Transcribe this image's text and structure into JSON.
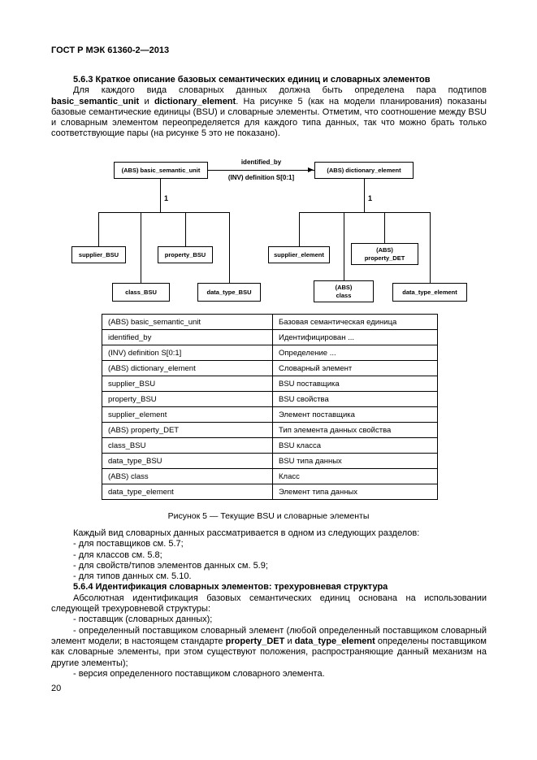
{
  "page_header": "ГОСТ Р МЭК 61360-2—2013",
  "page_number": "20",
  "section_563": {
    "heading": "5.6.3 Краткое описание базовых семантических единиц и словарных элементов",
    "para1": [
      "Для каждого вида словарных данных должна быть определена пара подтипов ",
      "basic_semantic_unit",
      " и ",
      "dictionary_element",
      ". На рисунке 5 (как на модели планирования) показаны базовые семантические единицы (BSU) и словарные элементы. Отметим, что соотношение между BSU и словарным элементом переопределяется для каждого типа данных, так что можно брать только соответствующие пары (на рисунке 5 это не показано)."
    ]
  },
  "figure5": {
    "caption": "Рисунок 5 — Текущие BSU и словарные элементы",
    "relation_label": "identified_by",
    "inv_label": "(INV) definition S[0:1]",
    "multiplicity_left": "1",
    "multiplicity_right": "1",
    "boxes": {
      "basic_semantic_unit": "(ABS) basic_semantic_unit",
      "dictionary_element": "(ABS) dictionary_element",
      "supplier_bsu": "supplier_BSU",
      "property_bsu": "property_BSU",
      "class_bsu": "class_BSU",
      "data_type_bsu": "data_type_BSU",
      "supplier_element": "supplier_element",
      "property_det": "(ABS)\nproperty_DET",
      "abs_class": "(ABS)\nclass",
      "data_type_element": "data_type_element"
    }
  },
  "legend_table": {
    "rows": [
      {
        "term": "(ABS) basic_semantic_unit",
        "desc": "Базовая семантическая единица"
      },
      {
        "term": "identified_by",
        "desc": "Идентифицирован ..."
      },
      {
        "term": "(INV) definition S[0:1]",
        "desc": "Определение ..."
      },
      {
        "term": "(ABS) dictionary_element",
        "desc": "Словарный элемент"
      },
      {
        "term": "supplier_BSU",
        "desc": "BSU поставщика"
      },
      {
        "term": "property_BSU",
        "desc": "BSU свойства"
      },
      {
        "term": "supplier_element",
        "desc": "Элемент поставщика"
      },
      {
        "term": "(ABS) property_DET",
        "desc": "Тип элемента данных свойства"
      },
      {
        "term": "class_BSU",
        "desc": "BSU класса"
      },
      {
        "term": "data_type_BSU",
        "desc": "BSU типа данных"
      },
      {
        "term": "(ABS) class",
        "desc": "Класс"
      },
      {
        "term": "data_type_element",
        "desc": "Элемент типа данных"
      }
    ]
  },
  "sections_list": {
    "intro": "Каждый вид словарных данных рассматривается в одном из следующих разделов:",
    "items": [
      "- для поставщиков см. 5.7;",
      "- для классов см. 5.8;",
      "- для свойств/типов элементов данных см. 5.9;",
      "- для типов данных см. 5.10."
    ]
  },
  "section_564": {
    "heading": "5.6.4 Идентификация словарных элементов: трехуровневая структура",
    "para1": "Абсолютная идентификация базовых семантических единиц основана на использовании следующей трехуровневой структуры:",
    "item1": "- поставщик (словарных данных);",
    "item2": [
      "- определенный поставщиком словарный элемент (любой определенный поставщиком словарный элемент модели; в настоящем стандарте ",
      "property_DET",
      " и ",
      "data_type_element",
      " определены поставщиком как словарные элементы, при этом существуют положения, распространяющие данный механизм на другие элементы);"
    ],
    "item3": "- версия определенного поставщиком словарного элемента."
  }
}
